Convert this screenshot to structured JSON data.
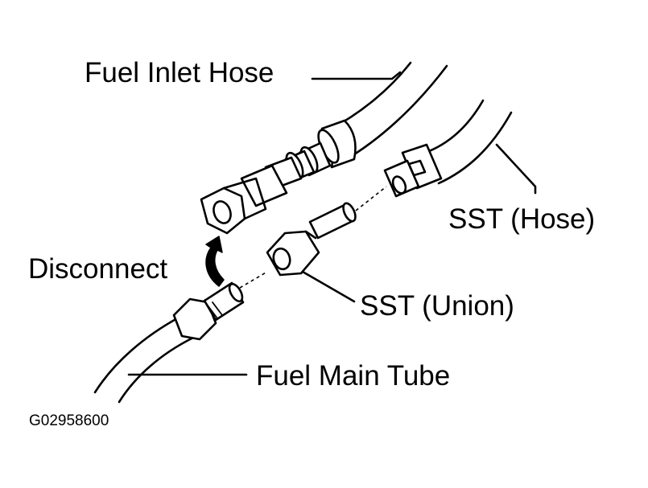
{
  "labels": {
    "fuel_inlet_hose": "Fuel Inlet Hose",
    "sst_hose": "SST (Hose)",
    "disconnect": "Disconnect",
    "sst_union": "SST (Union)",
    "fuel_main_tube": "Fuel Main Tube",
    "figure_code": "G02958600"
  },
  "colors": {
    "ink": "#000000",
    "background": "#ffffff"
  },
  "icons": {
    "disconnect_arrow": "curved-arrow-up-icon"
  }
}
